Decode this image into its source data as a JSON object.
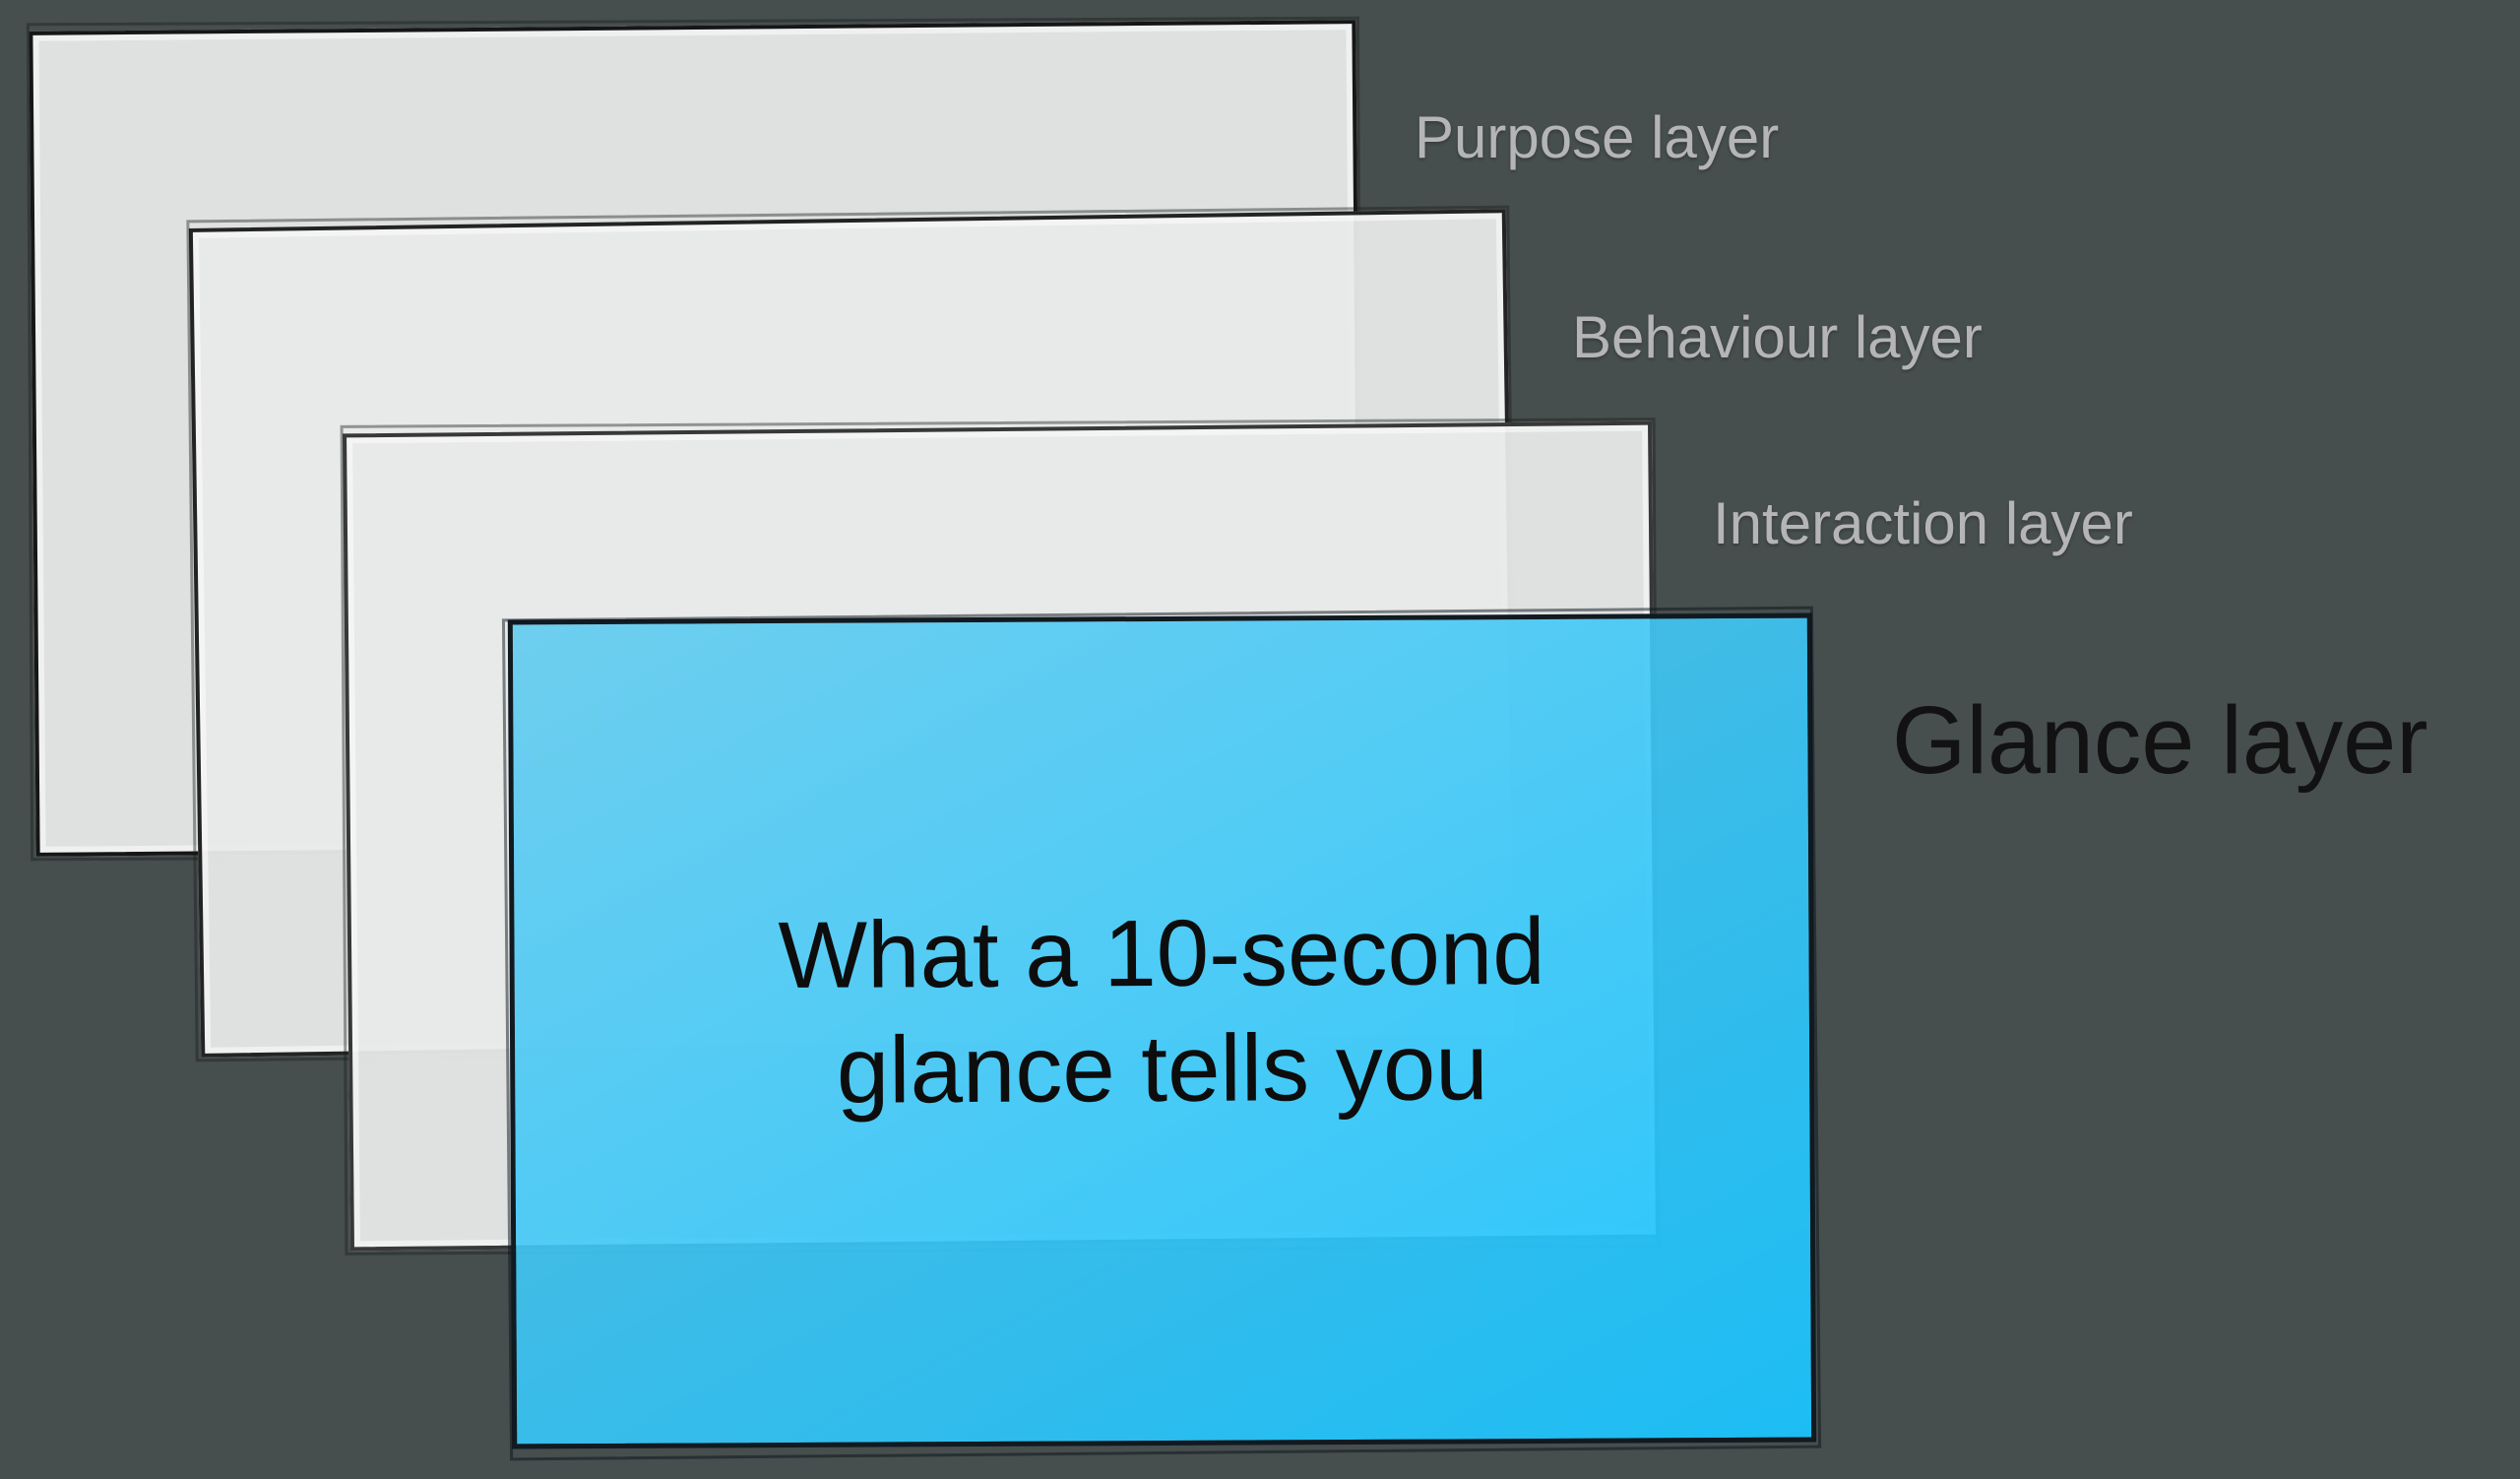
{
  "background_color": "#474e4e",
  "layers": [
    {
      "label": "Purpose layer",
      "fill": "#e5e6e6",
      "border_color": "#161616",
      "label_color": "#b5b5b5"
    },
    {
      "label": "Behaviour layer",
      "fill": "#e5e6e6",
      "border_color": "#232323",
      "label_color": "#b5b5b5"
    },
    {
      "label": "Interaction layer",
      "fill": "#e5e6e6",
      "border_color": "#383838",
      "label_color": "#b5b5b5"
    },
    {
      "label": "Glance layer",
      "fill_top": "#61cbef",
      "fill_bottom": "#1ac4ff",
      "border_color": "#101a20",
      "label_color": "#121212"
    }
  ],
  "glance_card": {
    "text_lines": [
      "What a 10-second",
      "glance tells you"
    ],
    "text_color": "#0d0d0d"
  }
}
